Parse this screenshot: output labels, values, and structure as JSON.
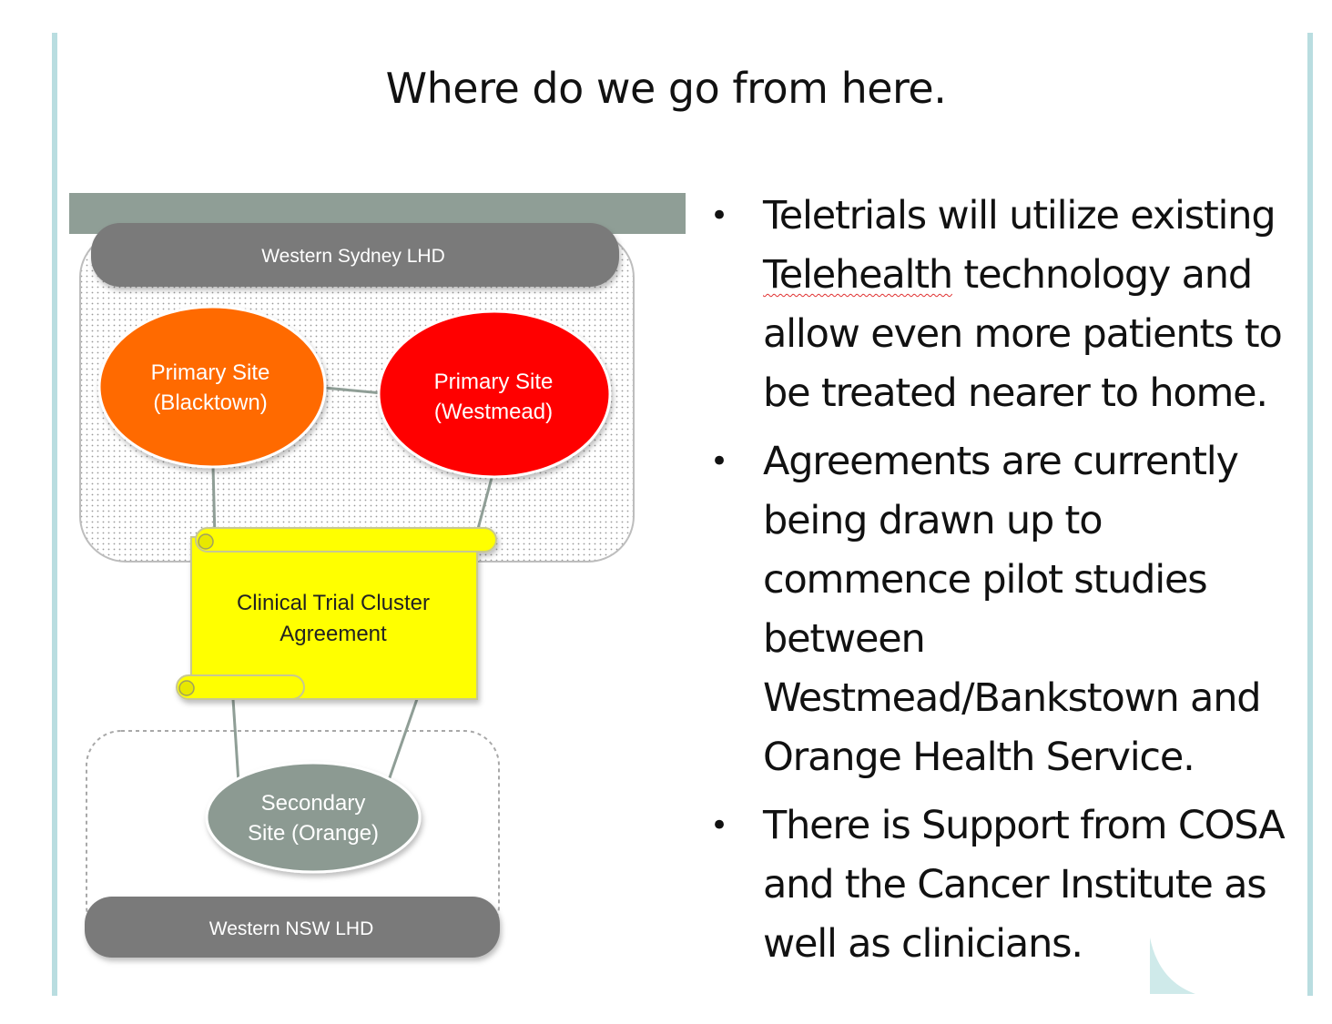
{
  "title": "Where do we go from here.",
  "diagram": {
    "western_sydney_label": "Western Sydney LHD",
    "primary_blacktown_line1": "Primary Site",
    "primary_blacktown_line2": "(Blacktown)",
    "primary_westmead_line1": "Primary Site",
    "primary_westmead_line2": "(Westmead)",
    "agreement_line1": "Clinical Trial Cluster",
    "agreement_line2": "Agreement",
    "secondary_line1": "Secondary",
    "secondary_line2": "Site (Orange)",
    "western_nsw_label": "Western NSW LHD",
    "colors": {
      "header_bar": "#8f9e96",
      "label_bar": "#7a7a7a",
      "blacktown": "#ff6a00",
      "westmead": "#ff0000",
      "agreement": "#ffff00",
      "secondary": "#8c9a92"
    }
  },
  "bullets": [
    {
      "text_before": "Teletrials will utilize existing ",
      "underlined": "Telehealth",
      "text_after": " technology and allow even more patients to be treated nearer to home."
    },
    {
      "text": "Agreements are currently being drawn up to commence pilot studies between Westmead/Bankstown and Orange Health Service."
    },
    {
      "text": "There is Support from COSA and the Cancer Institute as well as clinicians."
    }
  ],
  "bullet_symbol": "•"
}
